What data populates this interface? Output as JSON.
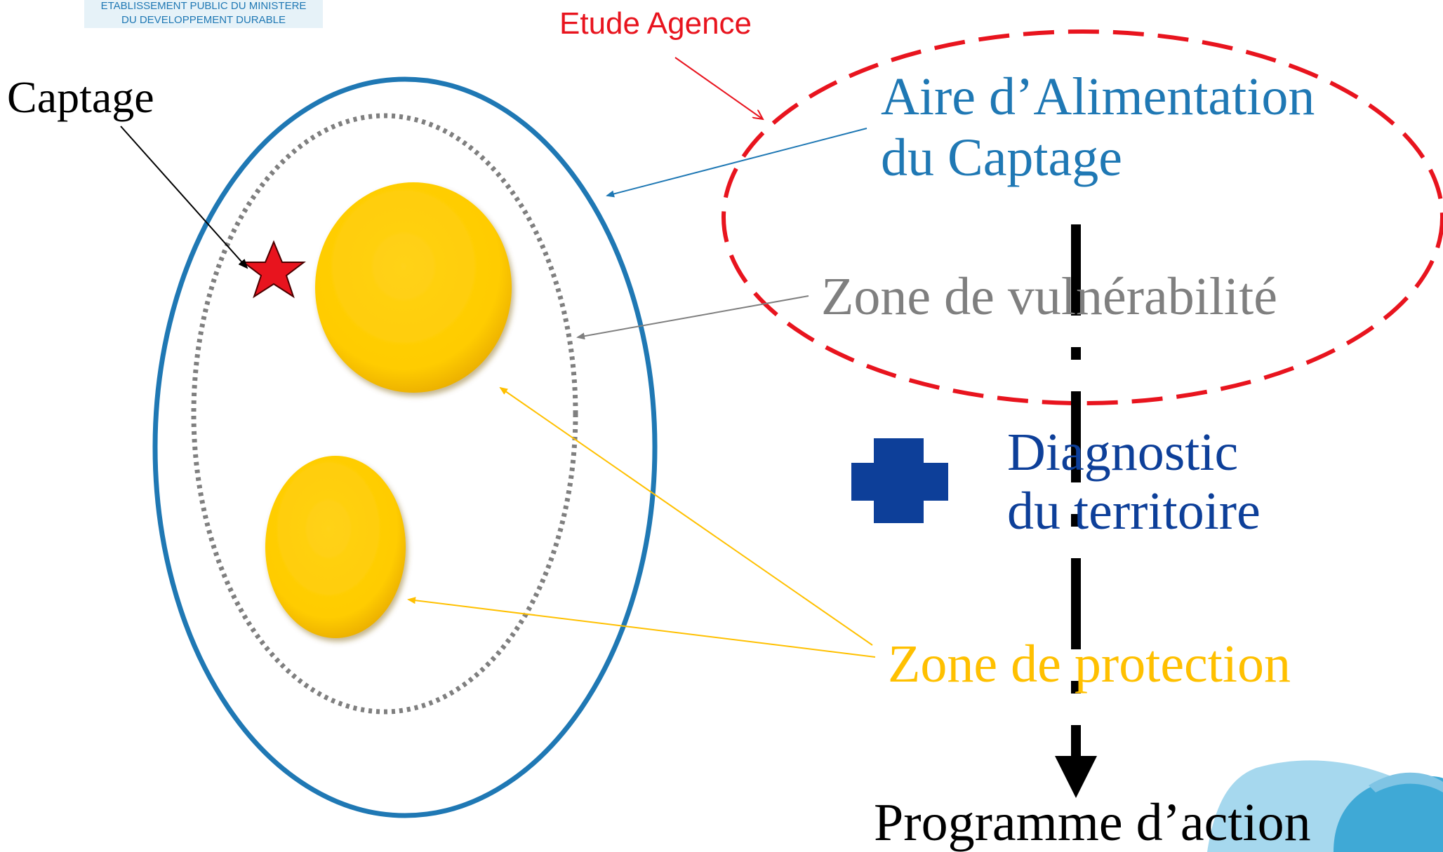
{
  "logo": {
    "line1": "ETABLISSEMENT PUBLIC DU MINISTERE",
    "line2": "DU DEVELOPPEMENT DURABLE"
  },
  "labels": {
    "etude_agence": "Etude Agence",
    "captage": "Captage",
    "aac_line1": "Aire d’Alimentation",
    "aac_line2": "du Captage",
    "zone_vulnerabilite": "Zone de vulnérabilité",
    "diagnostic_line1": "Diagnostic",
    "diagnostic_line2": "du territoire",
    "zone_protection": "Zone de protection",
    "programme_action": "Programme d’action"
  },
  "colors": {
    "aac_blue": "#1F78B4",
    "vulnerability_gray": "#7F7F7F",
    "protection_gold": "#FFC000",
    "protection_fill": "#FFCC00",
    "etude_red": "#E8141E",
    "diagnostic_navy": "#0D3F99",
    "captage_star": "#E8141E",
    "flow_black": "#000000",
    "wave_light": "#A6D8EE",
    "wave_dark": "#3FA9D6",
    "logo_bg": "#E6F2F8"
  },
  "icons": {
    "captage": "star-icon",
    "diagnostic": "plus-icon",
    "flow_end": "arrowhead-down-icon"
  }
}
